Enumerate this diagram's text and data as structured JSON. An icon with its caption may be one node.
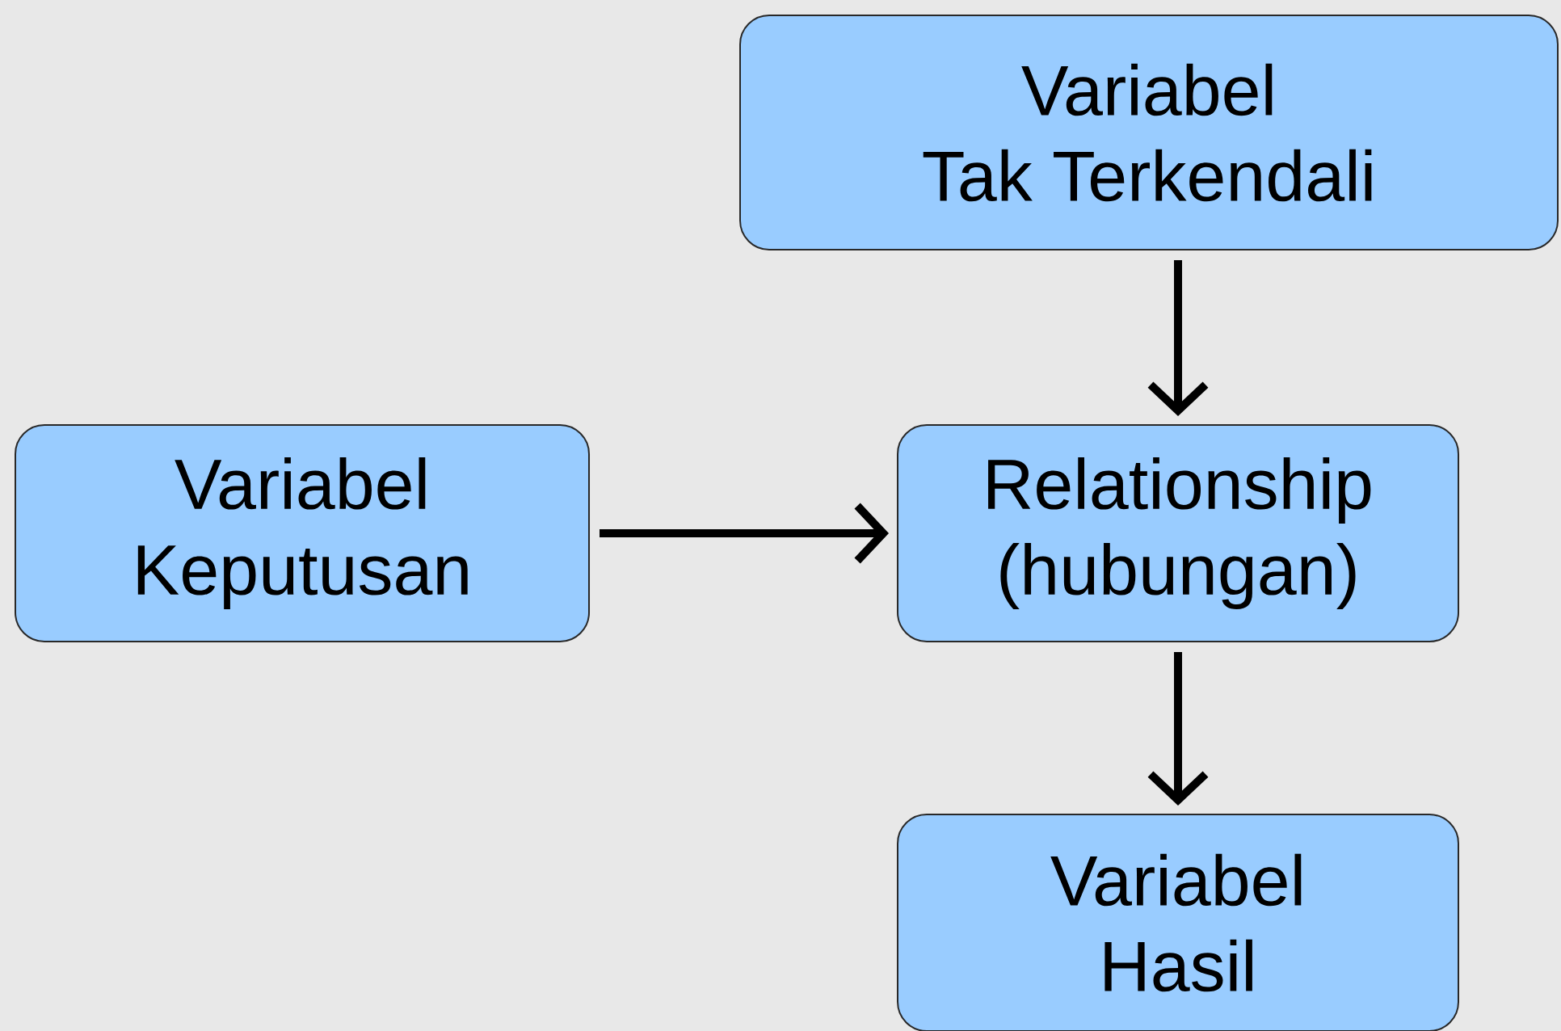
{
  "diagram": {
    "nodes": [
      {
        "text": [
          "Variabel Tak Terkendali"
        ]
      },
      {
        "text": [
          "Variabel Keputusan"
        ]
      },
      {
        "text": [
          "Relationship (hubungan)"
        ]
      },
      {
        "text": [
          "Variabel Hasil"
        ]
      }
    ],
    "edges": [
      {
        "from": 0,
        "to": 2,
        "arrow": "to"
      },
      {
        "from": 1,
        "to": 2,
        "arrow": "to"
      },
      {
        "from": 2,
        "to": 3,
        "arrow": "to"
      }
    ]
  }
}
